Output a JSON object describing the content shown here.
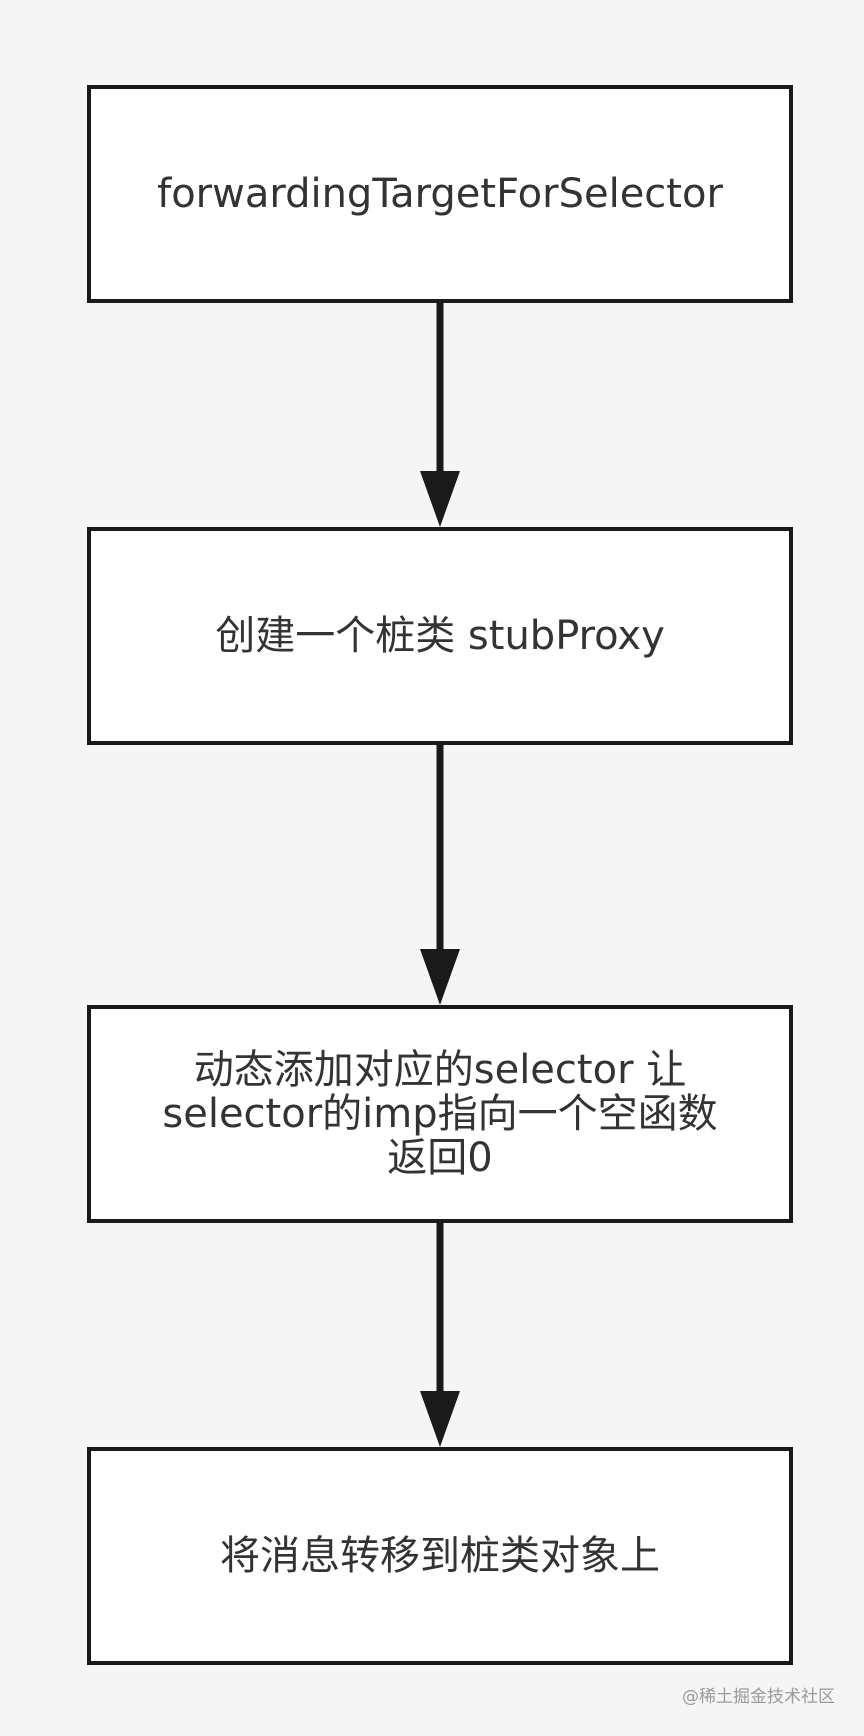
{
  "diagram": {
    "nodes": [
      {
        "label": "forwardingTargetForSelector"
      },
      {
        "label": "创建一个桩类 stubProxy"
      },
      {
        "label": "动态添加对应的selector 让\nselector的imp指向一个空函数\n返回0"
      },
      {
        "label": "将消息转移到桩类对象上"
      }
    ],
    "edges": [
      {
        "from": 0,
        "to": 1
      },
      {
        "from": 1,
        "to": 2
      },
      {
        "from": 2,
        "to": 3
      }
    ]
  },
  "watermark": {
    "text": "@稀土掘金技术社区"
  }
}
